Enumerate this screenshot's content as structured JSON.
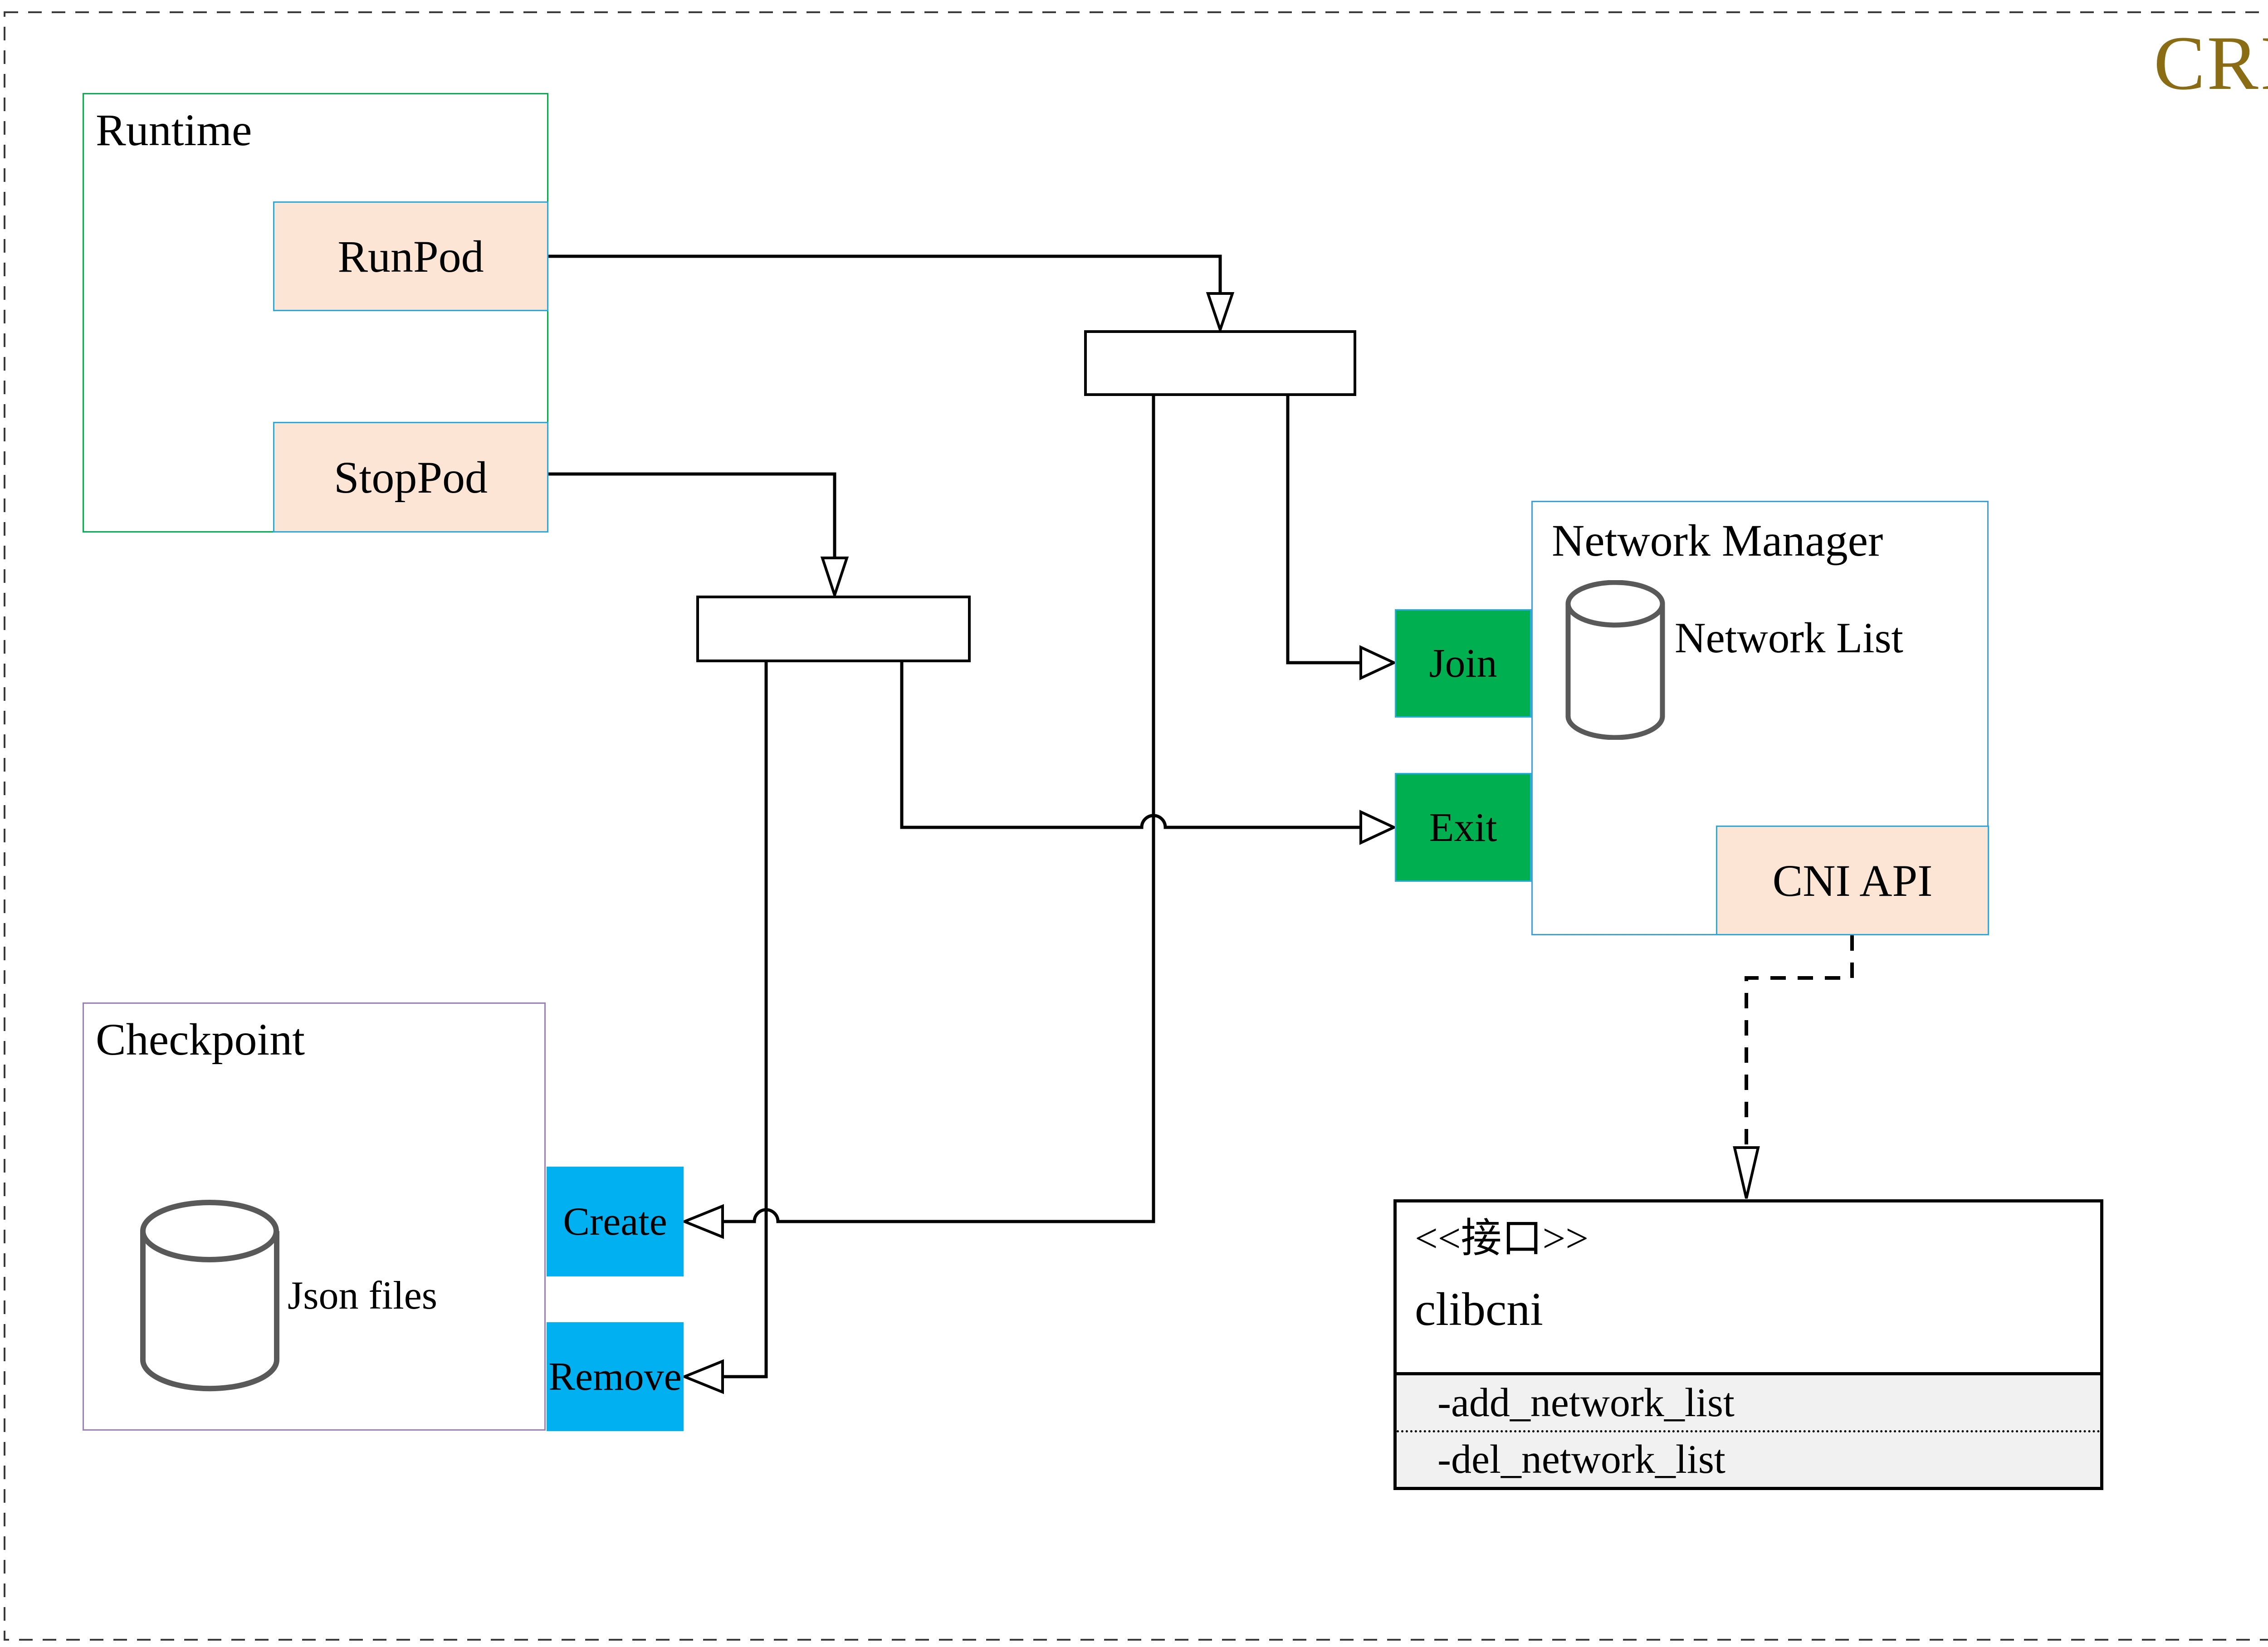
{
  "page": {
    "title": "CRI",
    "title_color": "#8a6c15",
    "background": "#ffffff",
    "border_color": "#3b3b3b"
  },
  "runtime": {
    "title": "Runtime",
    "border_color": "#00b050",
    "pod_fill": "#fce5d5",
    "pod_border": "#29abe2",
    "pods": [
      {
        "label": "RunPod"
      },
      {
        "label": "StopPod"
      }
    ]
  },
  "network_manager": {
    "title": "Network Manager",
    "border_color": "#3f9fd8",
    "database_label": "Network List",
    "api_label": "CNI API",
    "api_fill": "#fce5d5",
    "endpoint_fill": "#00b050",
    "endpoints": [
      {
        "label": "Join"
      },
      {
        "label": "Exit"
      }
    ]
  },
  "checkpoint": {
    "title": "Checkpoint",
    "border_color": "#9a7fb8",
    "database_label": "Json files",
    "action_fill": "#00b0f0",
    "actions": [
      {
        "label": "Create"
      },
      {
        "label": "Remove"
      }
    ]
  },
  "interface_box": {
    "stereotype": "<<接口>>",
    "name": "clibcni",
    "member_fill": "#f1f1f1",
    "methods": [
      {
        "label": "-add_network_list"
      },
      {
        "label": "-del_network_list"
      }
    ]
  }
}
